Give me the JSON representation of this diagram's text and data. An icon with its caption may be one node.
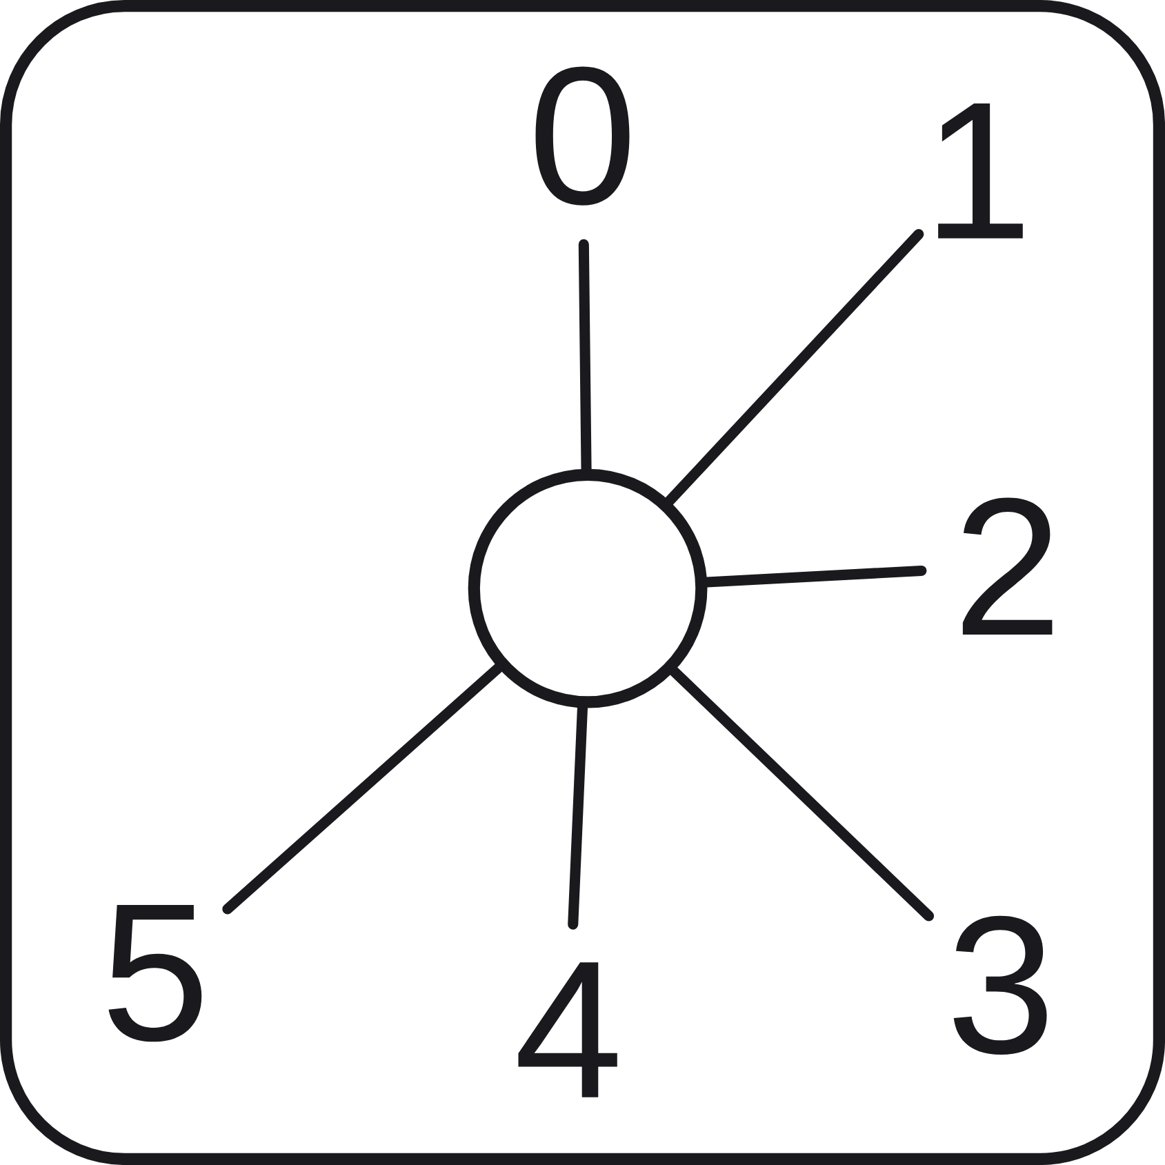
{
  "diagram": {
    "nodes": [
      {
        "text": [],
        "shape": "circle"
      },
      {
        "text": [
          "0"
        ]
      },
      {
        "text": [
          "1"
        ]
      },
      {
        "text": [
          "2"
        ]
      },
      {
        "text": [
          "3"
        ]
      },
      {
        "text": [
          "4"
        ]
      },
      {
        "text": [
          "5"
        ]
      }
    ],
    "edges": [
      {
        "from": 0,
        "to": 1,
        "arrow": "none"
      },
      {
        "from": 0,
        "to": 2,
        "arrow": "none"
      },
      {
        "from": 0,
        "to": 3,
        "arrow": "none"
      },
      {
        "from": 0,
        "to": 4,
        "arrow": "none"
      },
      {
        "from": 0,
        "to": 5,
        "arrow": "none"
      },
      {
        "from": 0,
        "to": 6,
        "arrow": "none"
      }
    ]
  }
}
